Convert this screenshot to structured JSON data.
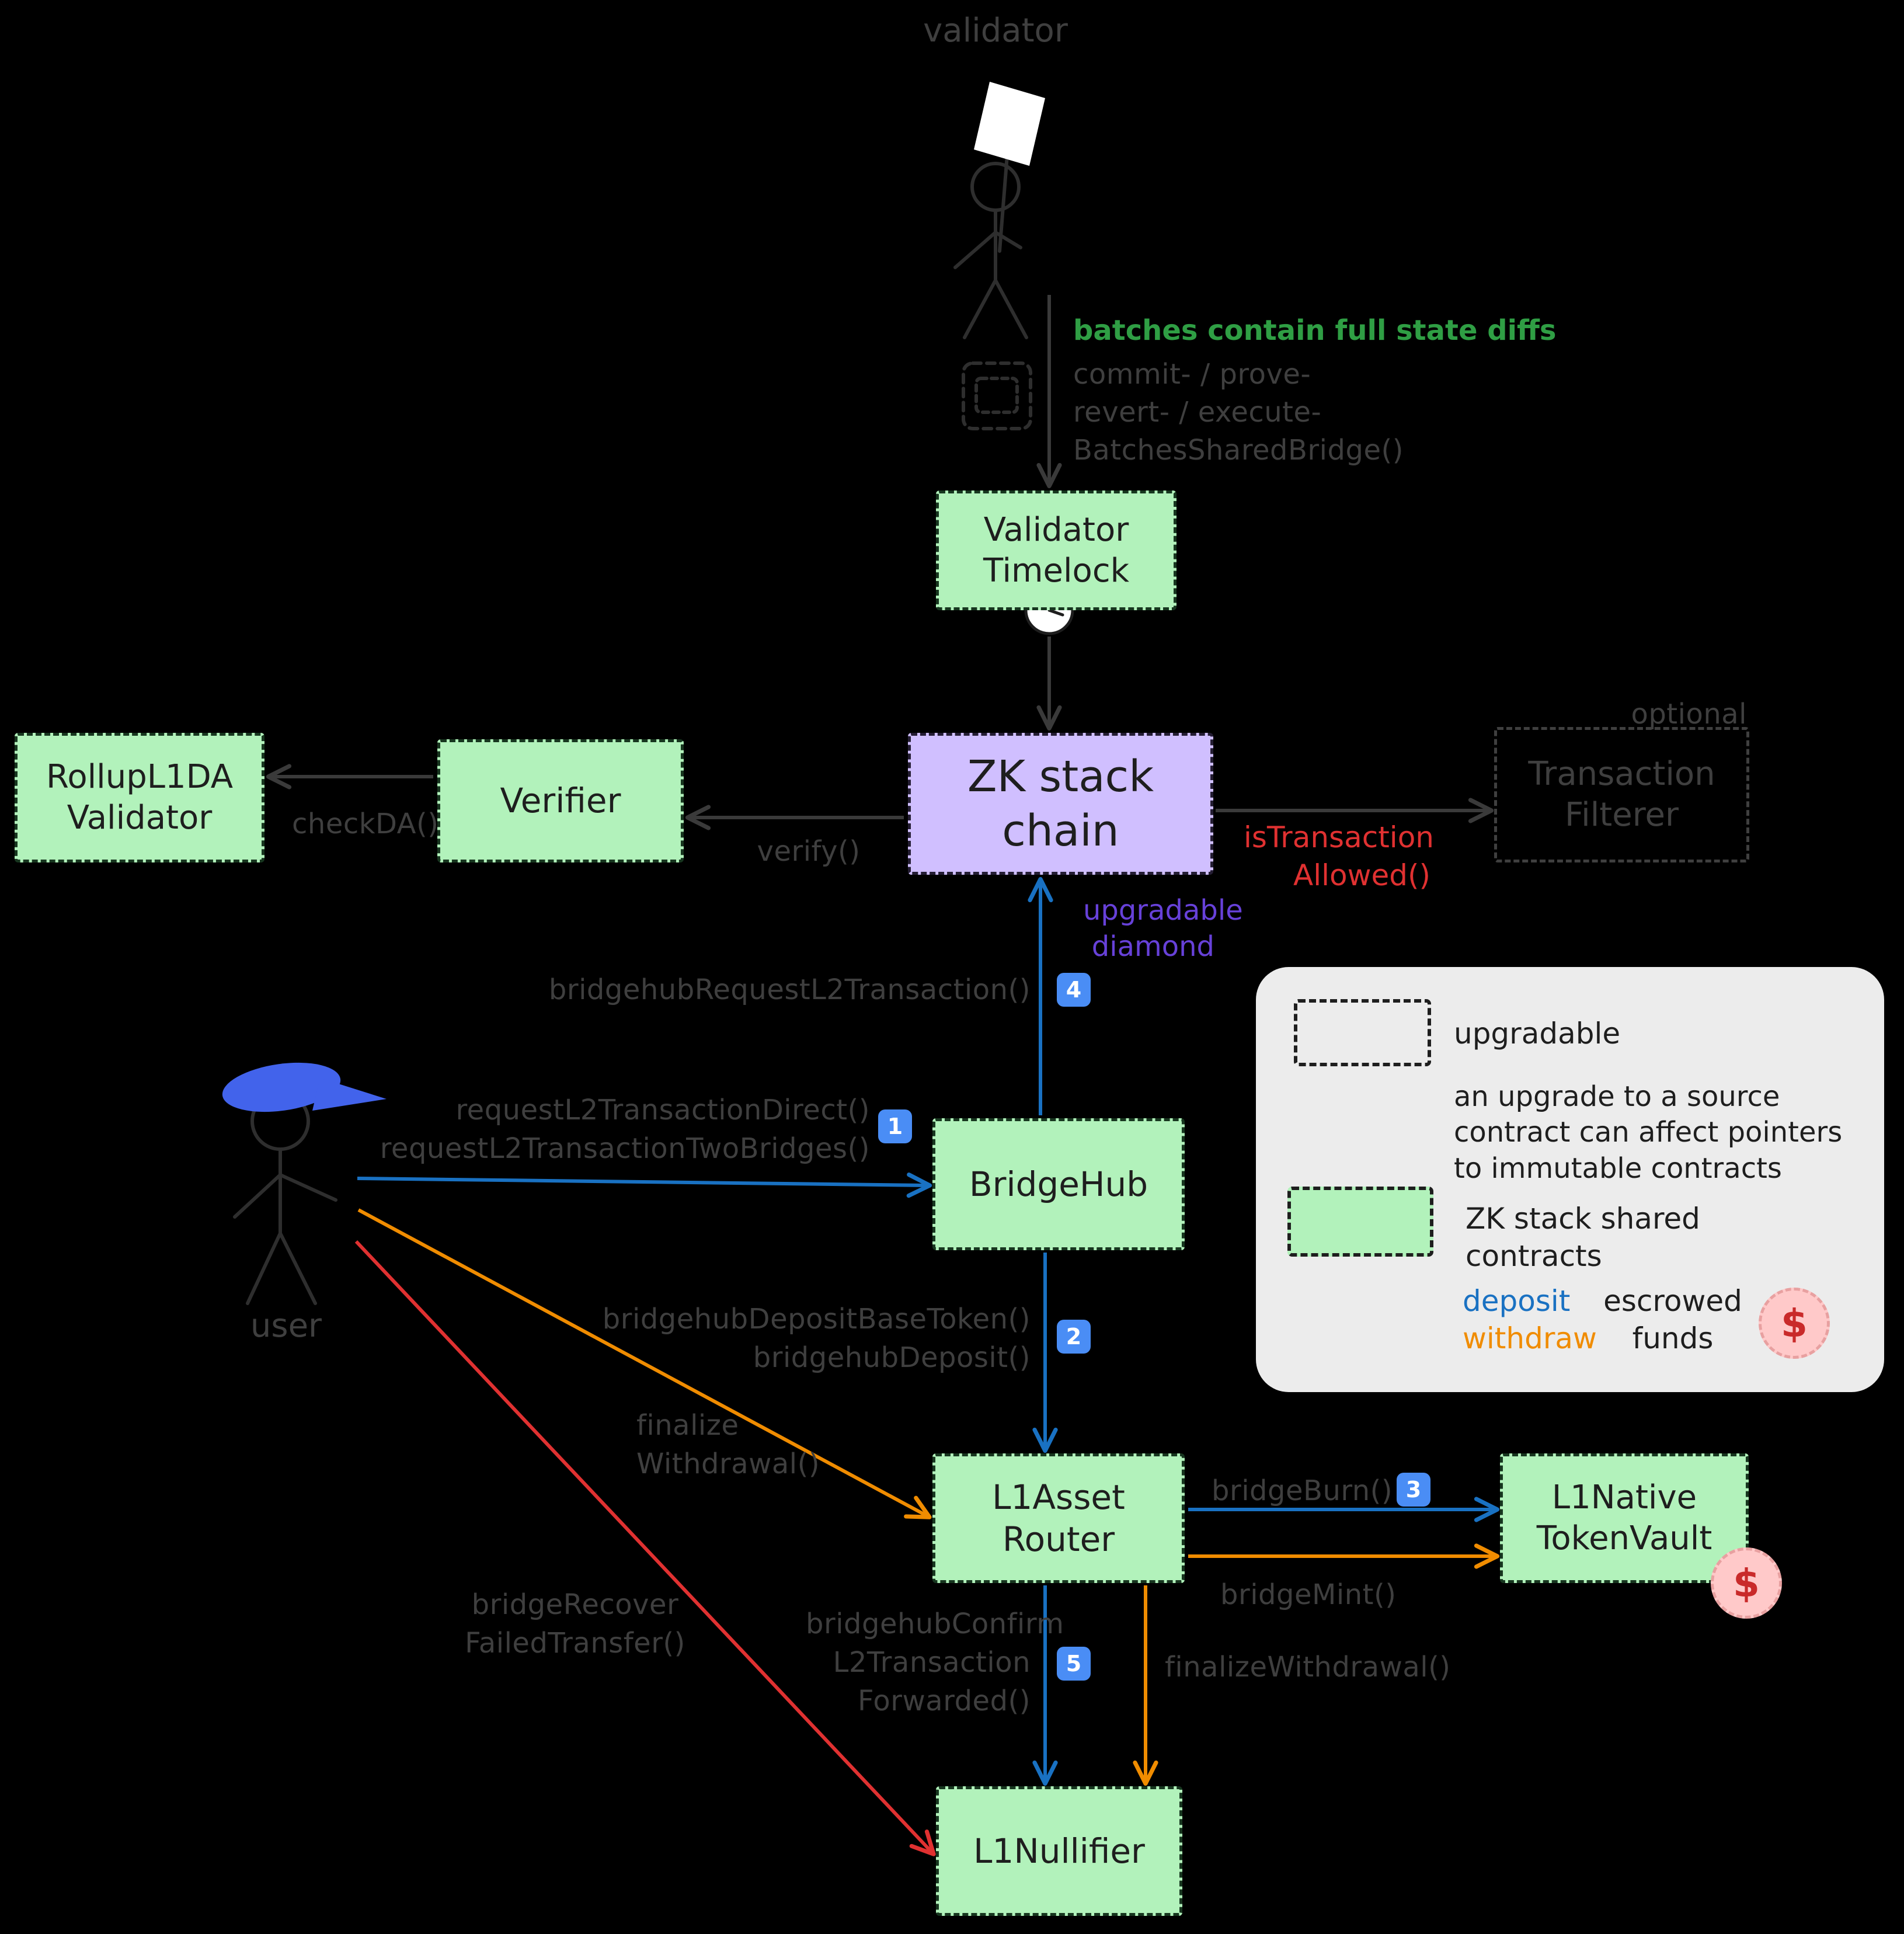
{
  "colors": {
    "background": "#000000",
    "shared_contract_fill": "#b2f2bb",
    "chain_fill": "#d0bfff",
    "deposit_blue": "#1971c2",
    "withdraw_orange": "#f08c00",
    "recover_red": "#e03131",
    "muted_label_gray": "#3f3f3f",
    "note_green": "#2f9e44",
    "note_purple": "#6741d9",
    "badge_blue": "#4a8df5",
    "escrow_pink": "#ffc9c9",
    "legend_bg": "#ececec"
  },
  "actors": {
    "validator": {
      "label": "validator"
    },
    "user": {
      "label": "user"
    }
  },
  "notes": {
    "batches_note": "batches contain full state diffs",
    "batch_calls": [
      "commit- / prove-",
      "revert- / execute-",
      "BatchesSharedBridge()"
    ]
  },
  "nodes": {
    "validator_timelock": {
      "lines": [
        "Validator",
        "Timelock"
      ],
      "icon": "clock-icon"
    },
    "zk_stack_chain": {
      "lines": [
        "ZK stack",
        "chain"
      ]
    },
    "verifier": {
      "lines": [
        "Verifier"
      ]
    },
    "rollup_l1da_validator": {
      "lines": [
        "RollupL1DA",
        "Validator"
      ]
    },
    "transaction_filterer": {
      "lines": [
        "Transaction",
        "Filterer"
      ],
      "tag": "optional"
    },
    "bridgehub": {
      "lines": [
        "BridgeHub"
      ]
    },
    "l1_asset_router": {
      "lines": [
        "L1Asset",
        "Router"
      ]
    },
    "l1_native_token_vault": {
      "lines": [
        "L1Native",
        "TokenVault"
      ],
      "icon": "dollar-icon"
    },
    "l1_nullifier": {
      "lines": [
        "L1Nullifier"
      ]
    }
  },
  "edge_labels": {
    "check_da": "checkDA()",
    "verify": "verify()",
    "is_transaction_allowed": [
      "isTransaction",
      "Allowed()"
    ],
    "upgradable_diamond": [
      "upgradable",
      "diamond"
    ],
    "bridgehub_request_l2_transaction": "bridgehubRequestL2Transaction()",
    "request_l2_transaction_direct": "requestL2TransactionDirect()",
    "request_l2_transaction_two_bridges": "requestL2TransactionTwoBridges()",
    "bridgehub_deposit_base_token": "bridgehubDepositBaseToken()",
    "bridgehub_deposit": "bridgehubDeposit()",
    "finalize_withdrawal_user": [
      "finalize",
      "Withdrawal()"
    ],
    "bridge_recover_failed_transfer": [
      "bridgeRecover",
      "FailedTransfer()"
    ],
    "bridge_burn": "bridgeBurn()",
    "bridge_mint": "bridgeMint()",
    "bridgehub_confirm_l2_transaction_forwarded": [
      "bridgehubConfirm",
      "L2Transaction",
      "Forwarded()"
    ],
    "finalize_withdrawal": "finalizeWithdrawal()"
  },
  "step_badges": [
    "1",
    "2",
    "3",
    "4",
    "5"
  ],
  "legend": {
    "upgradable": "upgradable",
    "upgrade_note": [
      "an upgrade to a source",
      "contract can affect pointers",
      "to immutable contracts"
    ],
    "shared": [
      "ZK stack shared",
      "contracts"
    ],
    "deposit": "deposit",
    "withdraw": "withdraw",
    "escrowed": [
      "escrowed",
      "funds"
    ],
    "dollar": "$"
  }
}
